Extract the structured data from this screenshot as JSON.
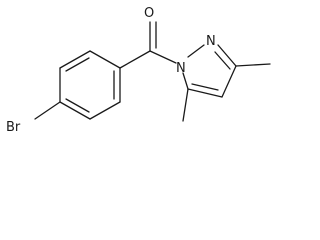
{
  "molecule": {
    "atoms": {
      "oxygen": "O",
      "bromine": "Br",
      "nitrogen_1": "N",
      "nitrogen_2": "N"
    },
    "colors": {
      "bond": "#1a1a1a",
      "label": "#1a1a1a",
      "background": "#ffffff"
    }
  }
}
